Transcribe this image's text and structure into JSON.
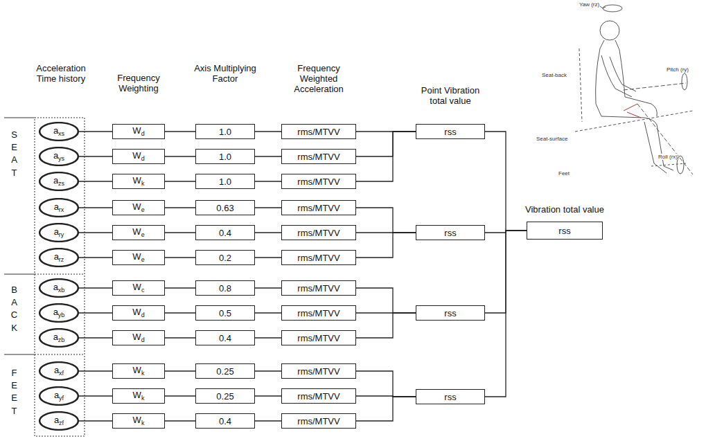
{
  "diagram": {
    "nodes": [
      {
        "text": [
          "a",
          "xs"
        ]
      },
      {
        "text": [
          "W",
          "d"
        ]
      },
      {
        "text": [
          "1.0"
        ]
      },
      {
        "text": [
          "rms/MTVV"
        ]
      },
      {
        "text": [
          "a",
          "ys"
        ]
      },
      {
        "text": [
          "W",
          "d"
        ]
      },
      {
        "text": [
          "1.0"
        ]
      },
      {
        "text": [
          "rms/MTVV"
        ]
      },
      {
        "text": [
          "a",
          "zs"
        ]
      },
      {
        "text": [
          "W",
          "k"
        ]
      },
      {
        "text": [
          "1.0"
        ]
      },
      {
        "text": [
          "rms/MTVV"
        ]
      },
      {
        "text": [
          "a",
          "rx"
        ]
      },
      {
        "text": [
          "W",
          "e"
        ]
      },
      {
        "text": [
          "0.63"
        ]
      },
      {
        "text": [
          "rms/MTVV"
        ]
      },
      {
        "text": [
          "a",
          "ry"
        ]
      },
      {
        "text": [
          "W",
          "e"
        ]
      },
      {
        "text": [
          "0.4"
        ]
      },
      {
        "text": [
          "rms/MTVV"
        ]
      },
      {
        "text": [
          "a",
          "rz"
        ]
      },
      {
        "text": [
          "W",
          "e"
        ]
      },
      {
        "text": [
          "0.2"
        ]
      },
      {
        "text": [
          "rms/MTVV"
        ]
      },
      {
        "text": [
          "a",
          "xb"
        ]
      },
      {
        "text": [
          "W",
          "c"
        ]
      },
      {
        "text": [
          "0.8"
        ]
      },
      {
        "text": [
          "rms/MTVV"
        ]
      },
      {
        "text": [
          "a",
          "yb"
        ]
      },
      {
        "text": [
          "W",
          "d"
        ]
      },
      {
        "text": [
          "0.5"
        ]
      },
      {
        "text": [
          "rms/MTVV"
        ]
      },
      {
        "text": [
          "a",
          "zb"
        ]
      },
      {
        "text": [
          "W",
          "d"
        ]
      },
      {
        "text": [
          "0.4"
        ]
      },
      {
        "text": [
          "rms/MTVV"
        ]
      },
      {
        "text": [
          "a",
          "xf"
        ]
      },
      {
        "text": [
          "W",
          "k"
        ]
      },
      {
        "text": [
          "0.25"
        ]
      },
      {
        "text": [
          "rms/MTVV"
        ]
      },
      {
        "text": [
          "a",
          "yf"
        ]
      },
      {
        "text": [
          "W",
          "k"
        ]
      },
      {
        "text": [
          "0.25"
        ]
      },
      {
        "text": [
          "rms/MTVV"
        ]
      },
      {
        "text": [
          "a",
          "zf"
        ]
      },
      {
        "text": [
          "W",
          "k"
        ]
      },
      {
        "text": [
          "0.4"
        ]
      },
      {
        "text": [
          "rms/MTVV"
        ]
      },
      {
        "text": [
          "rss"
        ]
      },
      {
        "text": [
          "rss"
        ]
      },
      {
        "text": [
          "rss"
        ]
      },
      {
        "text": [
          "rss"
        ]
      },
      {
        "text": [
          "rss"
        ]
      }
    ],
    "edges": [
      {
        "from": 0,
        "to": 1,
        "arrow": "none"
      },
      {
        "from": 1,
        "to": 2,
        "arrow": "none"
      },
      {
        "from": 2,
        "to": 3,
        "arrow": "none"
      },
      {
        "from": 4,
        "to": 5,
        "arrow": "none"
      },
      {
        "from": 5,
        "to": 6,
        "arrow": "none"
      },
      {
        "from": 6,
        "to": 7,
        "arrow": "none"
      },
      {
        "from": 8,
        "to": 9,
        "arrow": "none"
      },
      {
        "from": 9,
        "to": 10,
        "arrow": "none"
      },
      {
        "from": 10,
        "to": 11,
        "arrow": "none"
      },
      {
        "from": 12,
        "to": 13,
        "arrow": "none"
      },
      {
        "from": 13,
        "to": 14,
        "arrow": "none"
      },
      {
        "from": 14,
        "to": 15,
        "arrow": "none"
      },
      {
        "from": 16,
        "to": 17,
        "arrow": "none"
      },
      {
        "from": 17,
        "to": 18,
        "arrow": "none"
      },
      {
        "from": 18,
        "to": 19,
        "arrow": "none"
      },
      {
        "from": 20,
        "to": 21,
        "arrow": "none"
      },
      {
        "from": 21,
        "to": 22,
        "arrow": "none"
      },
      {
        "from": 22,
        "to": 23,
        "arrow": "none"
      },
      {
        "from": 24,
        "to": 25,
        "arrow": "none"
      },
      {
        "from": 25,
        "to": 26,
        "arrow": "none"
      },
      {
        "from": 26,
        "to": 27,
        "arrow": "none"
      },
      {
        "from": 28,
        "to": 29,
        "arrow": "none"
      },
      {
        "from": 29,
        "to": 30,
        "arrow": "none"
      },
      {
        "from": 30,
        "to": 31,
        "arrow": "none"
      },
      {
        "from": 32,
        "to": 33,
        "arrow": "none"
      },
      {
        "from": 33,
        "to": 34,
        "arrow": "none"
      },
      {
        "from": 34,
        "to": 35,
        "arrow": "none"
      },
      {
        "from": 36,
        "to": 37,
        "arrow": "none"
      },
      {
        "from": 37,
        "to": 38,
        "arrow": "none"
      },
      {
        "from": 38,
        "to": 39,
        "arrow": "none"
      },
      {
        "from": 40,
        "to": 41,
        "arrow": "none"
      },
      {
        "from": 41,
        "to": 42,
        "arrow": "none"
      },
      {
        "from": 42,
        "to": 43,
        "arrow": "none"
      },
      {
        "from": 44,
        "to": 45,
        "arrow": "none"
      },
      {
        "from": 45,
        "to": 46,
        "arrow": "none"
      },
      {
        "from": 46,
        "to": 47,
        "arrow": "none"
      },
      {
        "from": 3,
        "to": 48,
        "arrow": "none"
      },
      {
        "from": 7,
        "to": 48,
        "arrow": "none"
      },
      {
        "from": 11,
        "to": 48,
        "arrow": "none"
      },
      {
        "from": 15,
        "to": 49,
        "arrow": "none"
      },
      {
        "from": 19,
        "to": 49,
        "arrow": "none"
      },
      {
        "from": 23,
        "to": 49,
        "arrow": "none"
      },
      {
        "from": 27,
        "to": 50,
        "arrow": "none"
      },
      {
        "from": 31,
        "to": 50,
        "arrow": "none"
      },
      {
        "from": 35,
        "to": 50,
        "arrow": "none"
      },
      {
        "from": 39,
        "to": 51,
        "arrow": "none"
      },
      {
        "from": 43,
        "to": 51,
        "arrow": "none"
      },
      {
        "from": 47,
        "to": 51,
        "arrow": "none"
      },
      {
        "from": 48,
        "to": 52,
        "arrow": "none"
      },
      {
        "from": 49,
        "to": 52,
        "arrow": "none"
      },
      {
        "from": 50,
        "to": 52,
        "arrow": "none"
      },
      {
        "from": 51,
        "to": 52,
        "arrow": "none"
      }
    ],
    "labels": [
      "Acceleration Time history",
      "Frequency Weighting",
      "Axis Multiplying Factor",
      "Frequency Weighted Acceleration",
      "Point Vibration total value",
      "Vibration total value",
      "SEAT",
      "BACK",
      "FEET",
      "Yaw (rz)",
      "Seat-back",
      "Pitch (ry)",
      "Seat-surface",
      "Roll (rx)",
      "Feet"
    ]
  }
}
